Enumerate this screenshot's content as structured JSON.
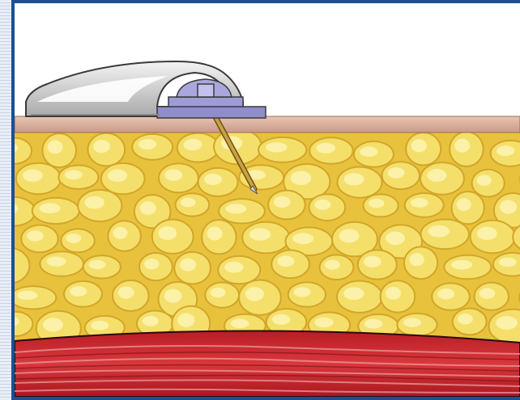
{
  "figure": {
    "layers": [
      "device",
      "skin",
      "subcutaneous-fat",
      "muscle"
    ],
    "colors": {
      "frame_border": "#1c4f93",
      "background": "#ffffff",
      "skin": "#d9b1a0",
      "fat_base": "#e8c23c",
      "fat_cell": "#f5df6b",
      "fat_highlight": "#fbf1a8",
      "muscle": "#c2232b",
      "muscle_stripe": "#e88a8c",
      "device_shell": "#d9d9d9",
      "device_base": "#9e9cd6",
      "cannula": "#b7902f"
    }
  }
}
